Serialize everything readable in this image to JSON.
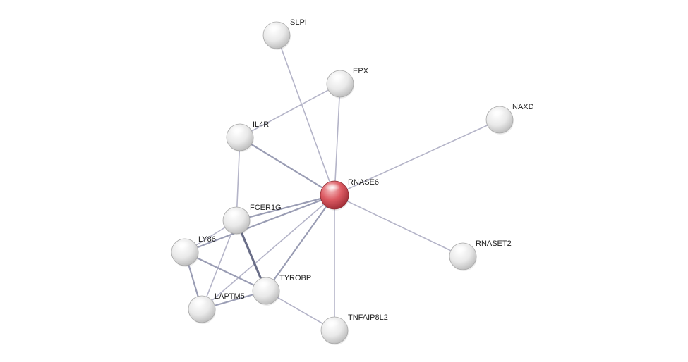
{
  "network": {
    "query_protein": "RNASE6",
    "colors": {
      "query_node": "#d9545c",
      "neighbor_node": "#e6e6e6",
      "edge_weak": "#b4b4c8",
      "edge_strong": "#6a6e88"
    },
    "nodes": [
      {
        "id": "SLPI",
        "label": "SLPI",
        "query": false
      },
      {
        "id": "EPX",
        "label": "EPX",
        "query": false
      },
      {
        "id": "NAXD",
        "label": "NAXD",
        "query": false
      },
      {
        "id": "IL4R",
        "label": "IL4R",
        "query": false
      },
      {
        "id": "RNASE6",
        "label": "RNASE6",
        "query": true
      },
      {
        "id": "FCER1G",
        "label": "FCER1G",
        "query": false
      },
      {
        "id": "LY86",
        "label": "LY86",
        "query": false
      },
      {
        "id": "RNASET2",
        "label": "RNASET2",
        "query": false
      },
      {
        "id": "TYROBP",
        "label": "TYROBP",
        "query": false
      },
      {
        "id": "LAPTM5",
        "label": "LAPTM5",
        "query": false
      },
      {
        "id": "TNFAIP8L2",
        "label": "TNFAIP8L2",
        "query": false
      }
    ],
    "edges": [
      {
        "source": "RNASE6",
        "target": "SLPI",
        "strength": "weak"
      },
      {
        "source": "RNASE6",
        "target": "EPX",
        "strength": "weak"
      },
      {
        "source": "RNASE6",
        "target": "NAXD",
        "strength": "weak"
      },
      {
        "source": "RNASE6",
        "target": "IL4R",
        "strength": "medium"
      },
      {
        "source": "RNASE6",
        "target": "FCER1G",
        "strength": "medium"
      },
      {
        "source": "RNASE6",
        "target": "LY86",
        "strength": "medium"
      },
      {
        "source": "RNASE6",
        "target": "RNASET2",
        "strength": "weak"
      },
      {
        "source": "RNASE6",
        "target": "TYROBP",
        "strength": "medium"
      },
      {
        "source": "RNASE6",
        "target": "LAPTM5",
        "strength": "weak"
      },
      {
        "source": "RNASE6",
        "target": "TNFAIP8L2",
        "strength": "weak"
      },
      {
        "source": "IL4R",
        "target": "EPX",
        "strength": "weak"
      },
      {
        "source": "IL4R",
        "target": "FCER1G",
        "strength": "weak"
      },
      {
        "source": "FCER1G",
        "target": "TYROBP",
        "strength": "strong"
      },
      {
        "source": "FCER1G",
        "target": "LY86",
        "strength": "weak"
      },
      {
        "source": "FCER1G",
        "target": "LAPTM5",
        "strength": "weak"
      },
      {
        "source": "LY86",
        "target": "TYROBP",
        "strength": "medium"
      },
      {
        "source": "LY86",
        "target": "LAPTM5",
        "strength": "medium"
      },
      {
        "source": "LAPTM5",
        "target": "TYROBP",
        "strength": "medium"
      },
      {
        "source": "TYROBP",
        "target": "TNFAIP8L2",
        "strength": "weak"
      }
    ]
  }
}
